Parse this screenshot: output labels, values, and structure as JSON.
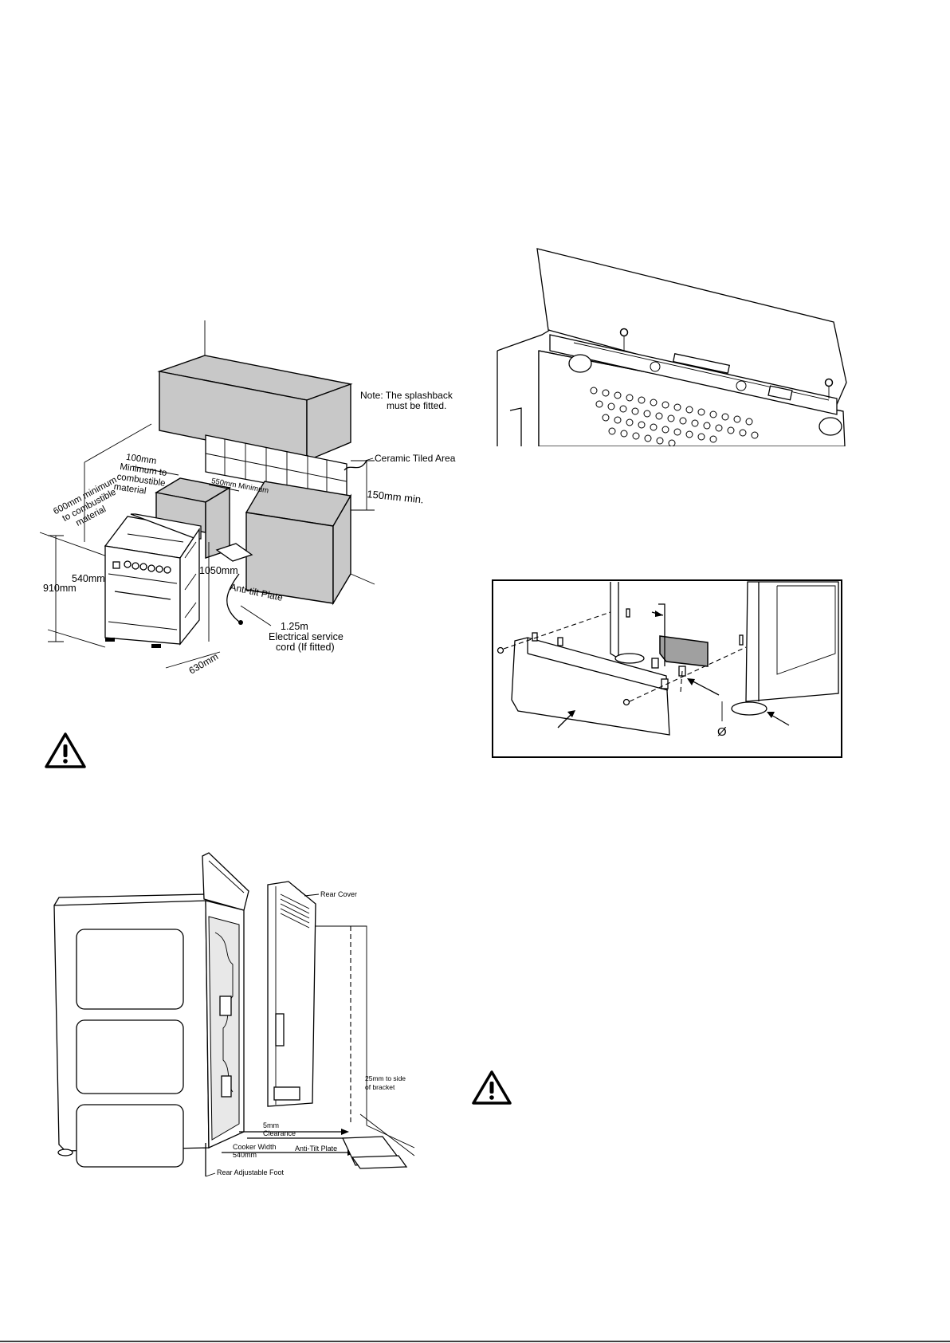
{
  "figure_clearances": {
    "note_line1": "Note: The splashback",
    "note_line2": "must be fitted.",
    "ceramic_tiled_area": "Ceramic Tiled Area",
    "min_100_line1": "100mm",
    "min_100_line2": "Minimum to",
    "min_100_line3": "combustible",
    "min_100_line4": "material",
    "min_600_line1": "600mm minimum",
    "min_600_line2": "to combustible",
    "min_600_line3": "material",
    "min_550": "550mm Minimum",
    "min_150": "150mm min.",
    "dim_540": "540mm",
    "dim_910": "910mm",
    "dim_1050": "1050mm",
    "dim_630": "630mm",
    "anti_tilt_plate": "Anti-tilt Plate",
    "cord_line1": "1.25m",
    "cord_line2": "Electrical service",
    "cord_line3": "cord (If fitted)"
  },
  "figure_rear": {
    "rear_cover": "Rear Cover",
    "side_bracket_line1": "25mm to side",
    "side_bracket_line2": "of bracket",
    "clearance_line1": "5mm",
    "clearance_line2": "Clearance",
    "cooker_width_line1": "Cooker Width",
    "cooker_width_line2": "540mm",
    "anti_tilt_plate": "Anti-Tilt Plate",
    "rear_foot": "Rear Adjustable Foot"
  },
  "figure_plinth": {
    "diameter_symbol": "Ø"
  },
  "icons": {
    "warning_1": "warning-triangle-icon",
    "warning_2": "warning-triangle-icon"
  }
}
